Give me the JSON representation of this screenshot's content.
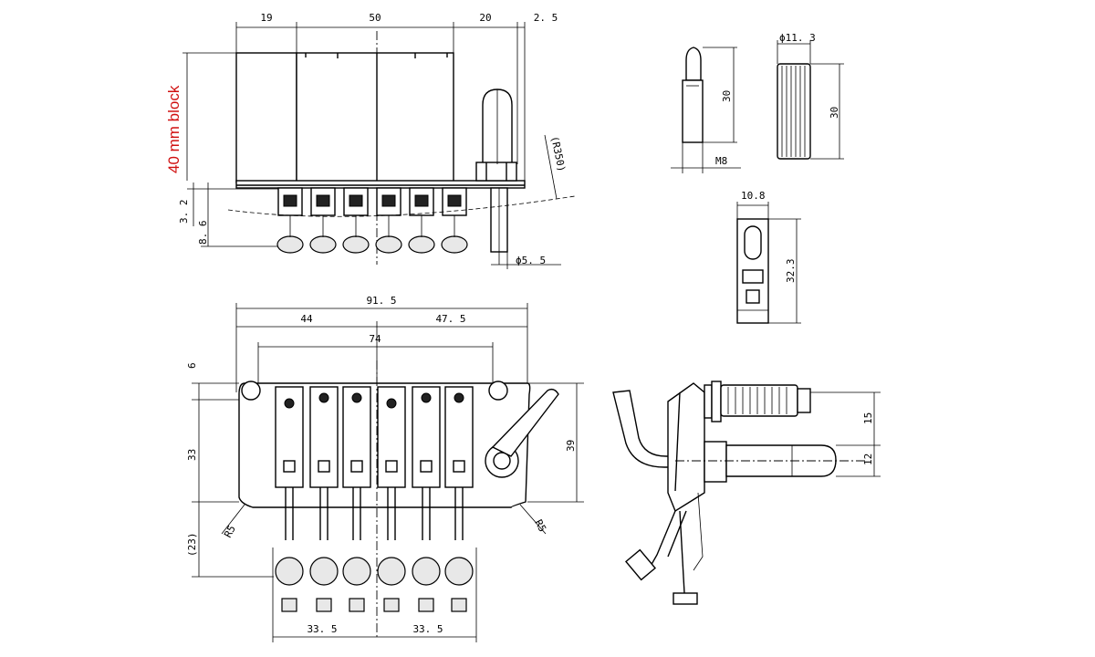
{
  "annotation": {
    "block_label": "40 mm block",
    "color": "#d01010"
  },
  "side_view": {
    "top_dims": [
      "19",
      "50",
      "20",
      "2. 5"
    ],
    "left_dims": [
      "3. 2",
      "8. 6"
    ],
    "radius": "(R350)",
    "post_dia": "ϕ5. 5"
  },
  "top_view": {
    "width_total": "91. 5",
    "width_left": "44",
    "width_right": "47. 5",
    "inner_width": "74",
    "left_dims": [
      "6",
      "33",
      "(23)"
    ],
    "right_dim": "39",
    "radius_left": "R5",
    "radius_right": "R5",
    "bottom_dims": [
      "33. 5",
      "33. 5"
    ]
  },
  "stud": {
    "height": "30",
    "thread": "M8"
  },
  "sleeve": {
    "diameter": "ϕ11. 3",
    "height": "30"
  },
  "saddle": {
    "width": "10.8",
    "height": "32.3"
  },
  "lever_view": {
    "dims": [
      "15",
      "12"
    ]
  }
}
